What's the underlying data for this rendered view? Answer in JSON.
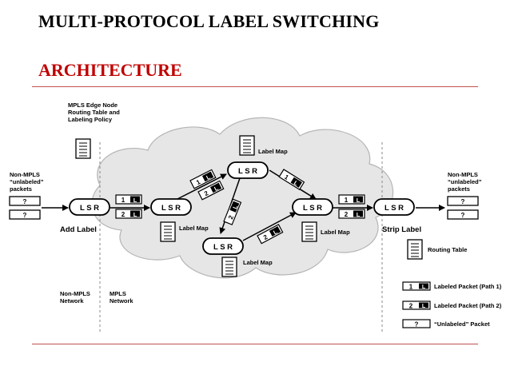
{
  "slide": {
    "title": "MULTI-PROTOCOL LABEL SWITCHING",
    "subtitle": "ARCHITECTURE"
  },
  "diagram": {
    "edge_node_caption": [
      "MPLS Edge Node",
      "Routing Table and",
      "Labeling Policy"
    ],
    "left_packets_caption": [
      "Non-MPLS",
      "“unlabeled”",
      "packets"
    ],
    "right_packets_caption": [
      "Non-MPLS",
      "“unlabeled”",
      "packets"
    ],
    "lsr_label": "L S R",
    "label_map": "Label Map",
    "add_label": "Add Label",
    "strip_label": "Strip Label",
    "routing_table": "Routing Table",
    "non_mpls_network": [
      "Non-MPLS",
      "Network"
    ],
    "mpls_network": [
      "MPLS",
      "Network"
    ],
    "packet_unlabeled": "?",
    "packet_path1_number": "1",
    "packet_path2_number": "2",
    "packet_letter": "L",
    "legend": {
      "path1": "Labeled Packet (Path 1)",
      "path2": "Labeled Packet (Path 2)",
      "unlabeled": "“Unlabeled” Packet"
    }
  }
}
